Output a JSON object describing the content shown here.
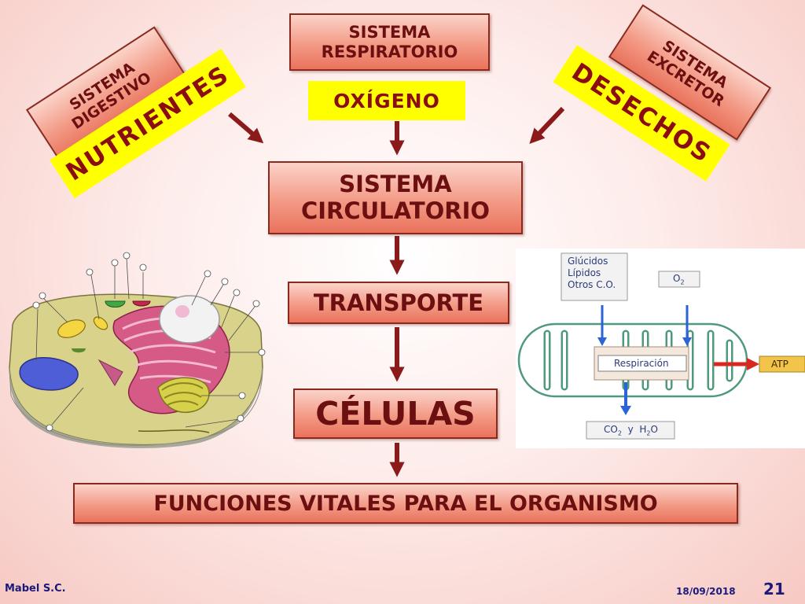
{
  "boxes": {
    "respiratorio": [
      "SISTEMA",
      "RESPIRATORIO"
    ],
    "digestivo": [
      "SISTEMA",
      "DIGESTIVO"
    ],
    "excretor": [
      "SISTEMA",
      "EXCRETOR"
    ],
    "circulatorio": [
      "SISTEMA",
      "CIRCULATORIO"
    ],
    "transporte": "TRANSPORTE",
    "celulas": "CÉLULAS",
    "funciones": "FUNCIONES VITALES PARA EL ORGANISMO"
  },
  "tags": {
    "oxigeno": "OXÍGENO",
    "nutrientes": "NUTRIENTES",
    "desechos": "DESECHOS"
  },
  "mito": {
    "inputs": [
      "Glúcidos",
      "Lípidos",
      "Otros C.O."
    ],
    "o2": {
      "base": "O",
      "sub": "2"
    },
    "process": "Respiración",
    "output": "ATP",
    "products": {
      "co": "CO",
      "co_sub": "2",
      "y": "y",
      "h": "H",
      "h_sub": "2",
      "o": "O"
    }
  },
  "footer": {
    "author": "Mabel S.C.",
    "date": "18/09/2018",
    "page": "21"
  },
  "colors": {
    "box_border": "#8a2a1e",
    "box_text": "#6b0f10",
    "tag_bg": "#ffff00",
    "arrow": "#8b1a1a"
  }
}
